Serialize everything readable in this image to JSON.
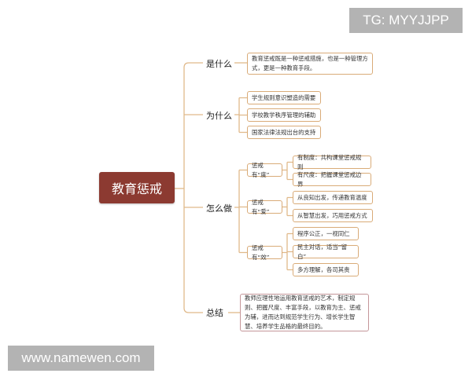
{
  "watermarks": {
    "top_right": "TG: MYYJJPP",
    "bottom_left": "www.namewen.com"
  },
  "root": {
    "label": "教育惩戒"
  },
  "branches": {
    "what": {
      "label": "是什么",
      "text": "教育惩戒既是一种惩戒措施，也是一种管理方式，更是一种教育手段。"
    },
    "why": {
      "label": "为什么",
      "items": [
        "学生规则意识塑造的需要",
        "学校教学秩序管理的辅助",
        "国家法律法规出台的支持"
      ]
    },
    "how": {
      "label": "怎么做",
      "groups": [
        {
          "label": "惩戒有“度”",
          "items": [
            "有制度：共构课堂惩戒规则",
            "有尺度：把握课堂惩戒边界"
          ]
        },
        {
          "label": "惩戒有“爱”",
          "items": [
            "从良知出发，传递教育温度",
            "从智慧出发，巧用惩戒方式"
          ]
        },
        {
          "label": "惩戒有“效”",
          "items": [
            "程序公正，一视同仁",
            "民主对话，适当“留白”",
            "多方理解，各司其责"
          ]
        }
      ]
    },
    "summary": {
      "label": "总结",
      "text": "教师应理性地运用教育惩戒的艺术，制定规则、把握尺度、丰富手段，以教育为主、惩戒为辅，进而达到规范学生行为、增长学生智慧、培养学生品格的最终目的。"
    }
  },
  "colors": {
    "root_fill": "#8c3a31",
    "connector": "#e0b98a",
    "box_border": "#d9ab78",
    "summary_border": "#c49699"
  }
}
